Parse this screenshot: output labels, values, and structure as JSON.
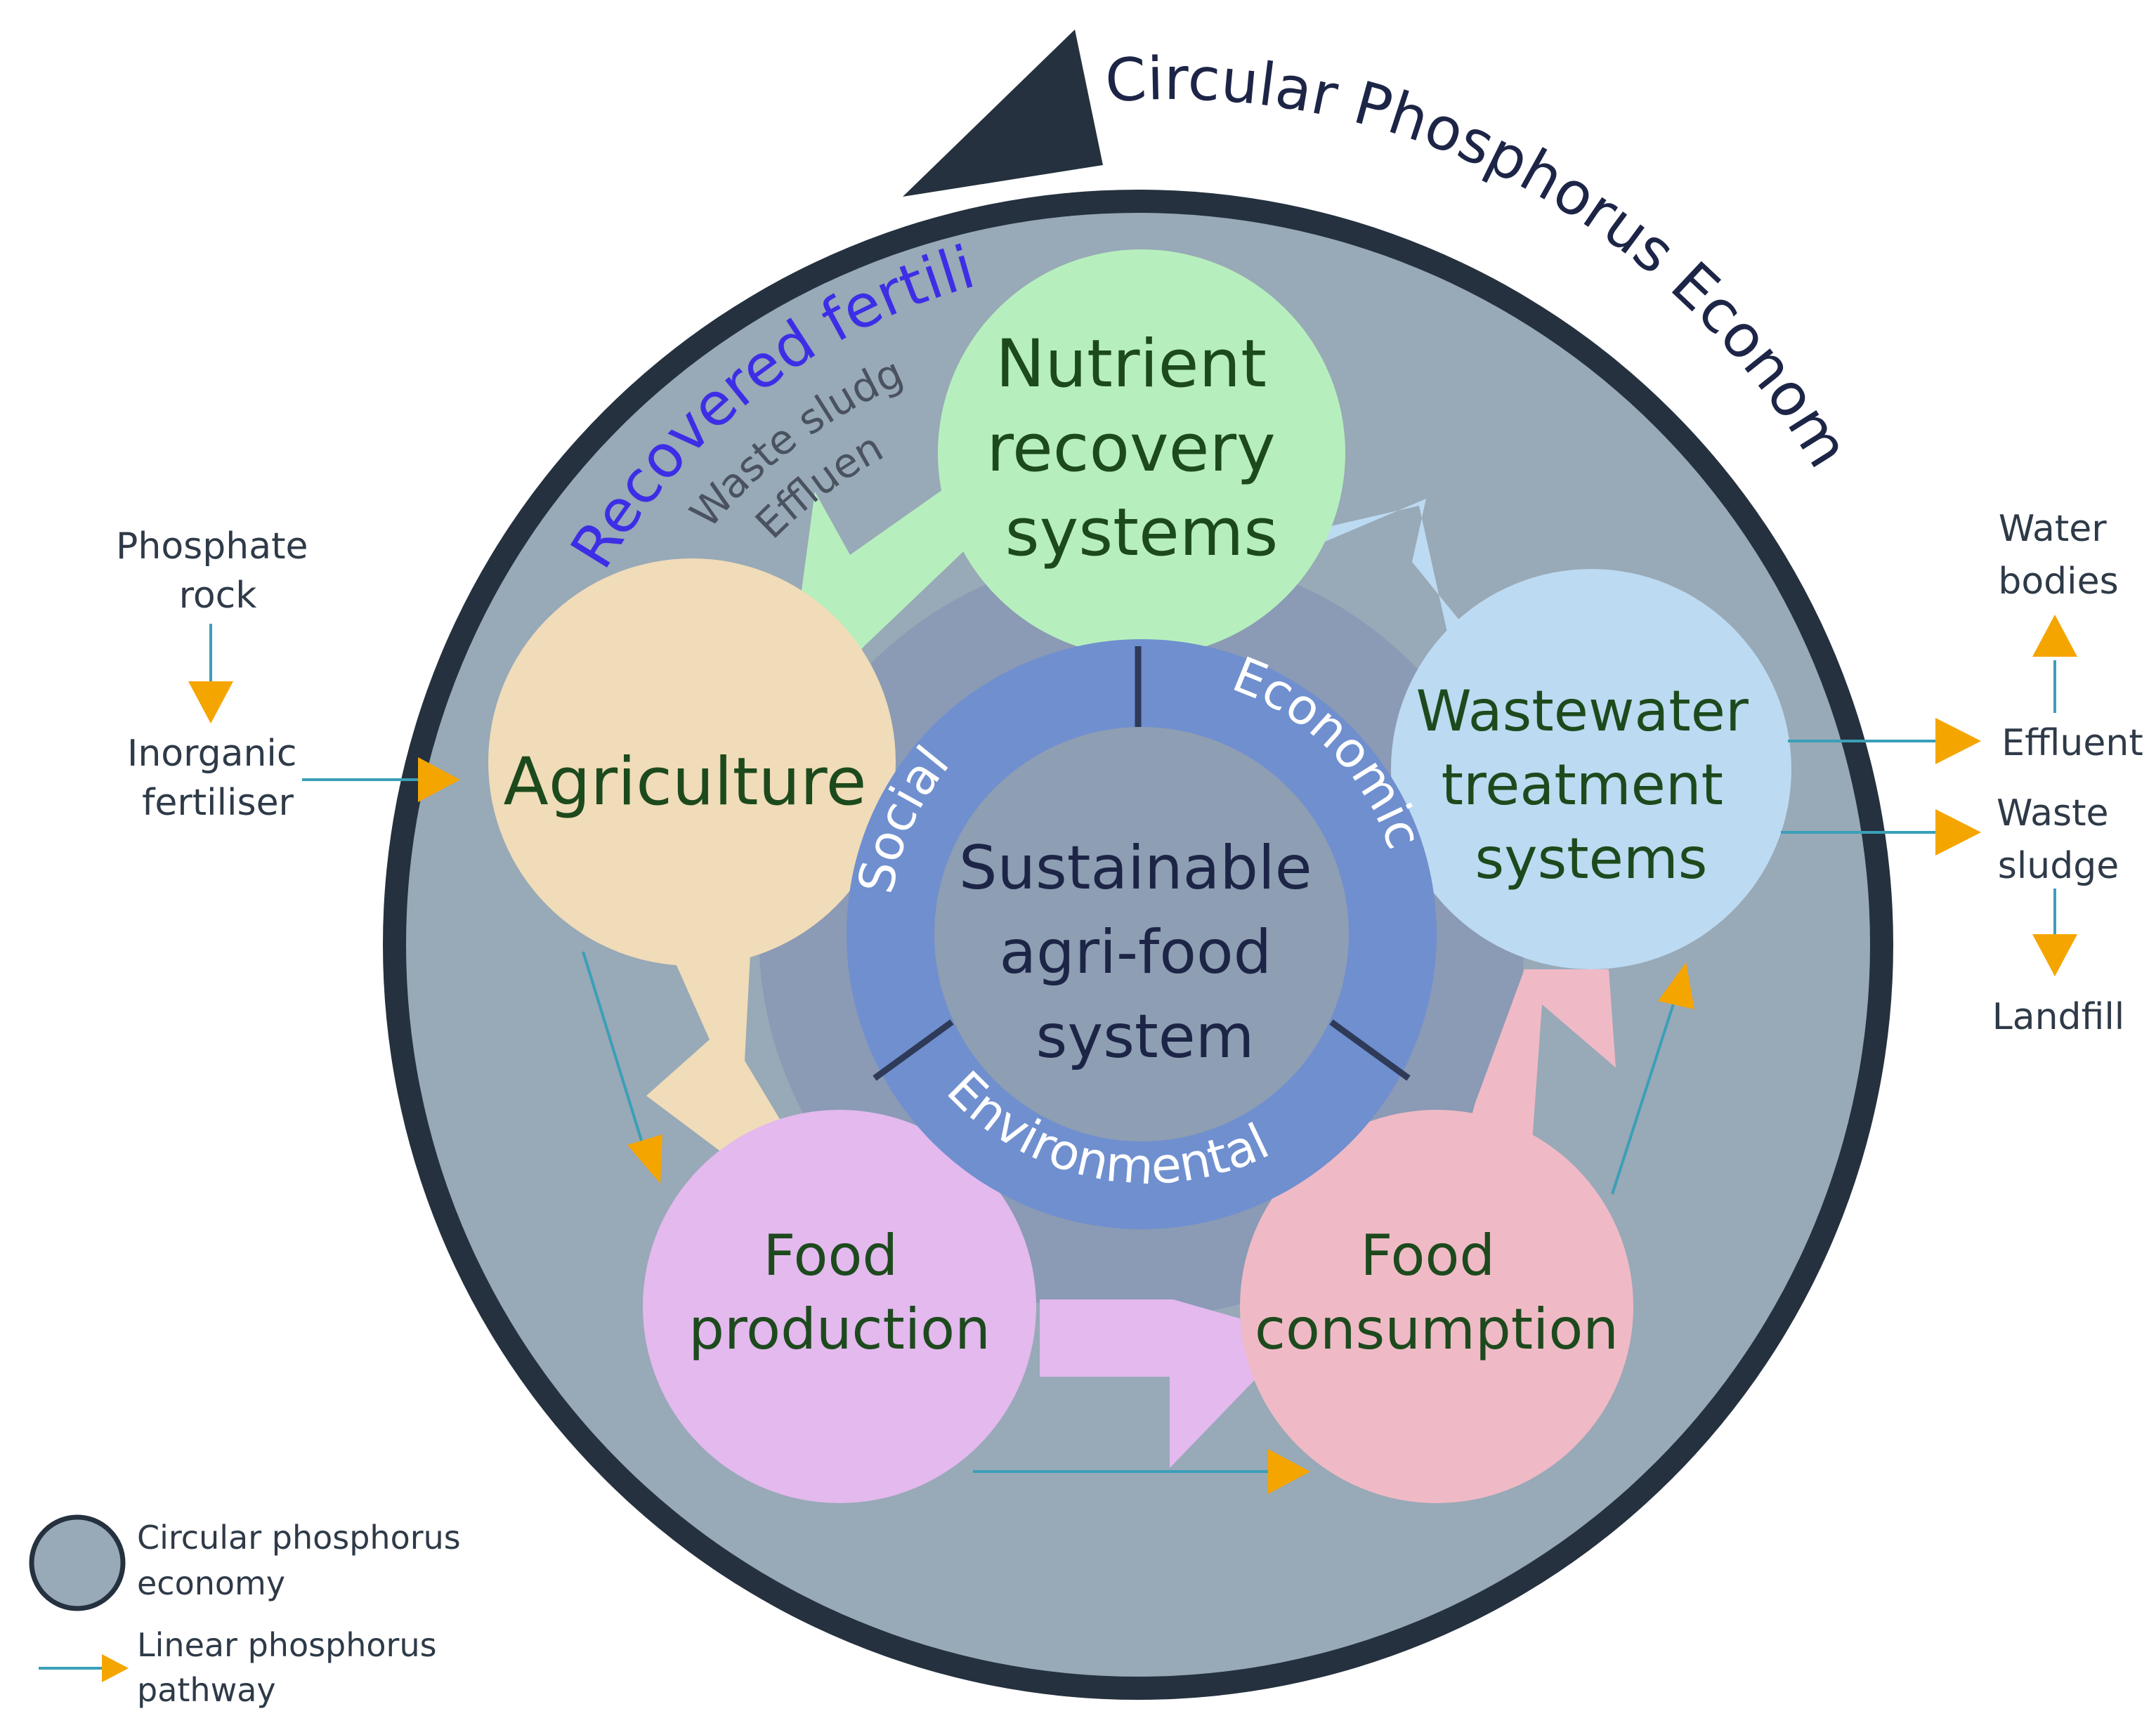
{
  "title": "Circular Phosphorus Economy",
  "recovered_stream": {
    "title": "Recovered fertiliser",
    "line1": "Waste sludge",
    "line2": "Effluent"
  },
  "nodes": {
    "nutrient": [
      "Nutrient",
      "recovery",
      "systems"
    ],
    "agriculture": [
      "Agriculture"
    ],
    "wastewater": [
      "Wastewater",
      "treatment",
      "systems"
    ],
    "food_production": [
      "Food",
      "production"
    ],
    "food_consumption": [
      "Food",
      "consumption"
    ]
  },
  "center": {
    "lines": [
      "Sustainable",
      "agri-food",
      "system"
    ],
    "pillars": {
      "social": "Social",
      "economic": "Economic",
      "environmental": "Environmental"
    }
  },
  "inputs": {
    "phosphate_rock": [
      "Phosphate",
      "rock"
    ],
    "inorganic_fertiliser": [
      "Inorganic",
      "fertiliser"
    ]
  },
  "outputs": {
    "water_bodies": [
      "Water",
      "bodies"
    ],
    "effluent": "Effluent",
    "waste_sludge": [
      "Waste",
      "sludge"
    ],
    "landfill": "Landfill"
  },
  "legend": {
    "circular": [
      "Circular phosphorus",
      "economy"
    ],
    "linear": [
      "Linear phosphorus",
      "pathway"
    ]
  },
  "colors": {
    "ring": "#25313f",
    "disc": "#98a9b7",
    "inner_band": "#8b9ab5",
    "pillar_ring": "#6f8fcf",
    "nutrient": "#b6efbd",
    "agriculture": "#f0dcb8",
    "wastewater": "#bcdaf1",
    "food_production": "#e3b9ee",
    "food_consumption": "#efbac6",
    "linear_line": "#3b9fb8",
    "linear_arrow": "#f5a500",
    "recovered_title": "#3d2ee6",
    "node_text": "#1d4a1d",
    "center_text": "#1d2547"
  }
}
